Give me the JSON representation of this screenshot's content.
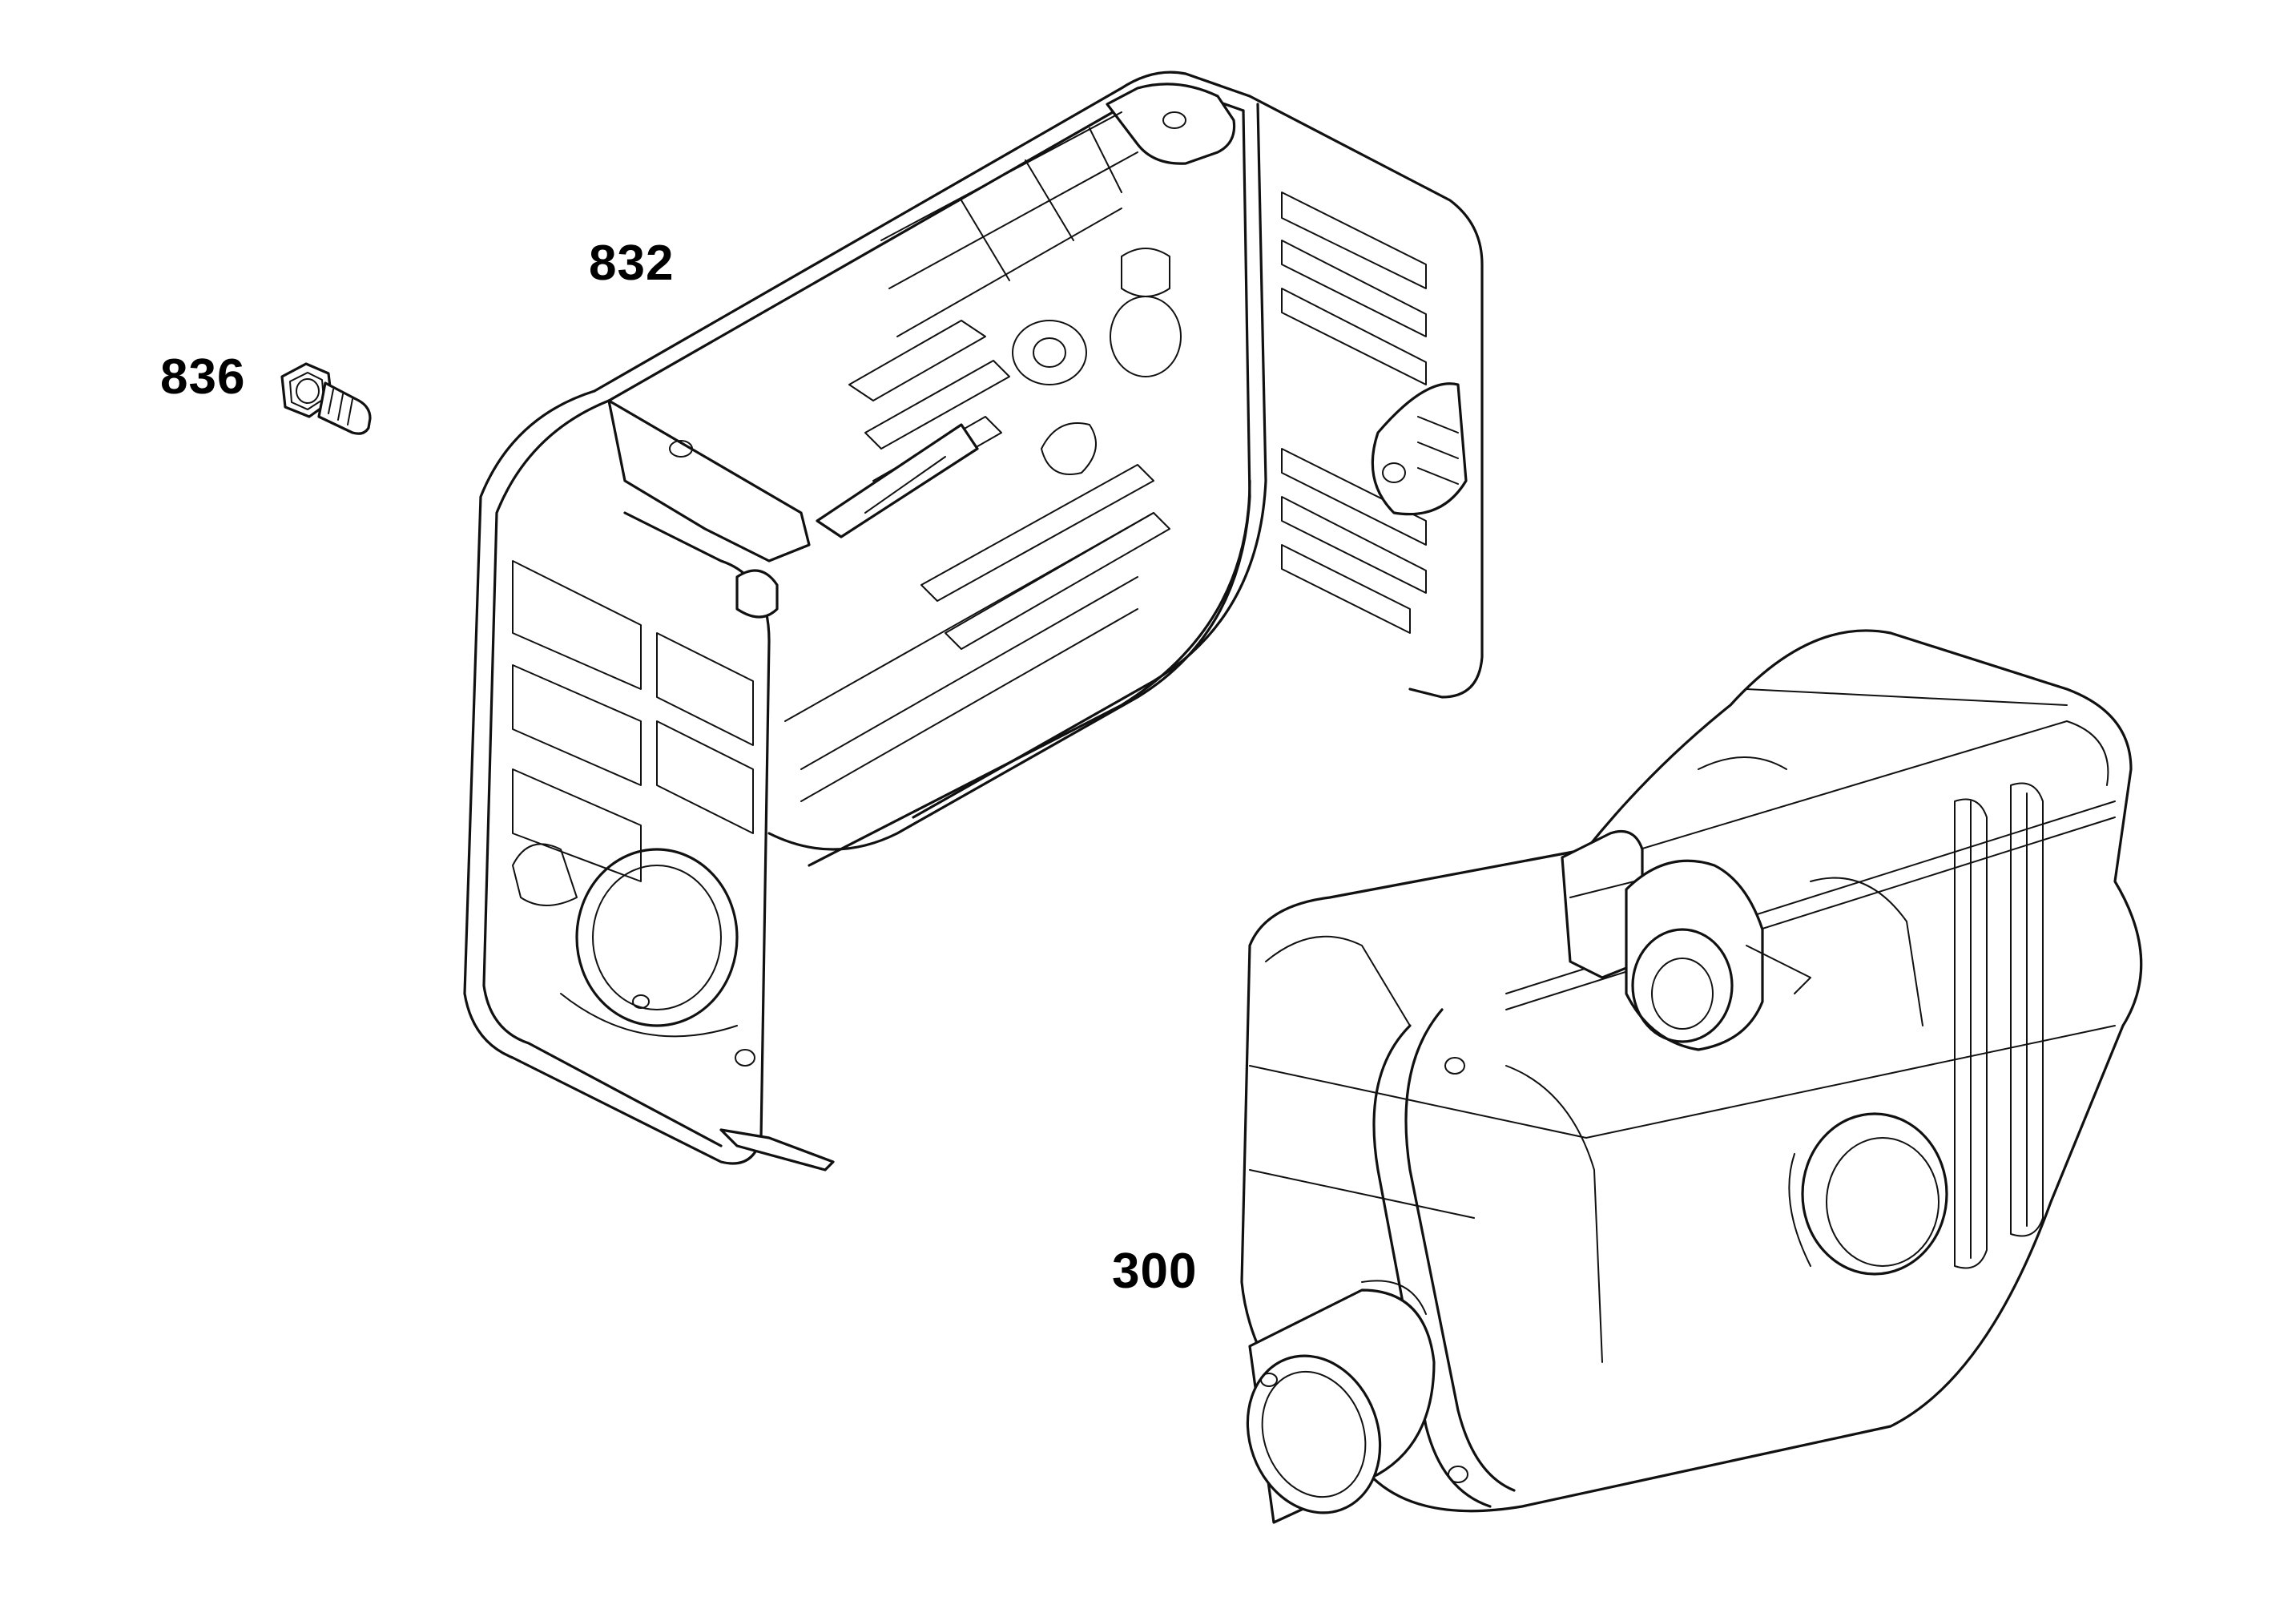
{
  "parts": [
    {
      "id": "836",
      "label": "836"
    },
    {
      "id": "832",
      "label": "832"
    },
    {
      "id": "300",
      "label": "300"
    }
  ],
  "colors": {
    "line": "#111111",
    "background": "#ffffff"
  }
}
